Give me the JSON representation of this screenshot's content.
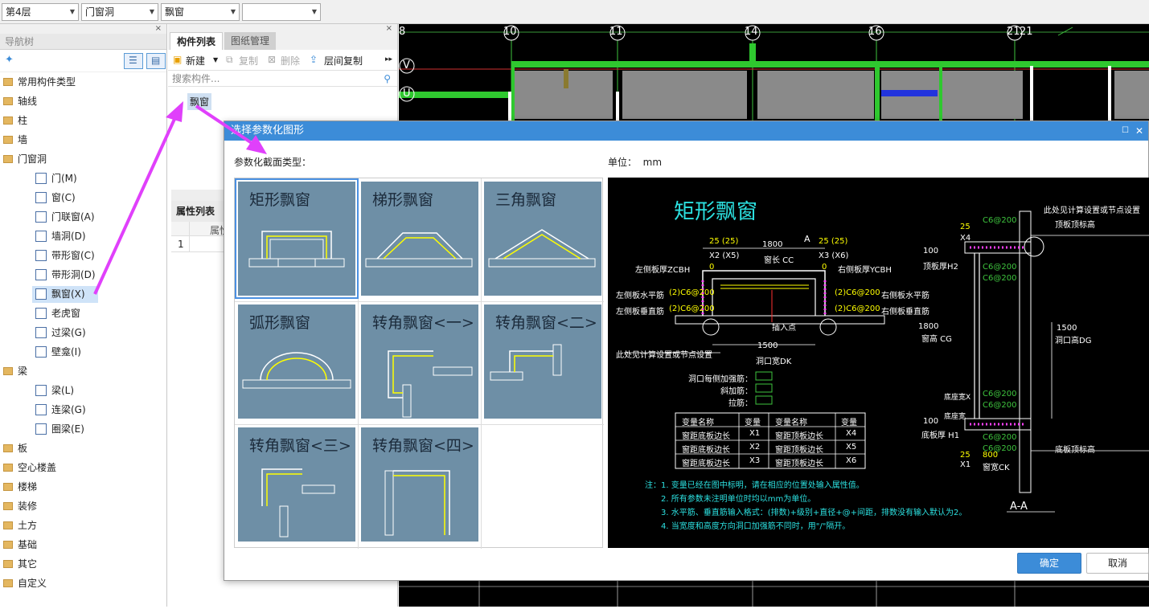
{
  "toolbar": {
    "floor": "第4层",
    "category": "门窗洞",
    "type": "飘窗",
    "extra": ""
  },
  "nav": {
    "title": "导航树",
    "items": [
      {
        "label": "常用构件类型",
        "level": 0
      },
      {
        "label": "轴线",
        "level": 0
      },
      {
        "label": "柱",
        "level": 0
      },
      {
        "label": "墙",
        "level": 0
      },
      {
        "label": "门窗洞",
        "level": 0
      },
      {
        "label": "门(M)",
        "level": 1
      },
      {
        "label": "窗(C)",
        "level": 1
      },
      {
        "label": "门联窗(A)",
        "level": 1
      },
      {
        "label": "墙洞(D)",
        "level": 1
      },
      {
        "label": "带形窗(C)",
        "level": 1
      },
      {
        "label": "带形洞(D)",
        "level": 1
      },
      {
        "label": "飘窗(X)",
        "level": 1,
        "selected": true
      },
      {
        "label": "老虎窗",
        "level": 1
      },
      {
        "label": "过梁(G)",
        "level": 1
      },
      {
        "label": "壁龛(I)",
        "level": 1
      },
      {
        "label": "梁",
        "level": 0
      },
      {
        "label": "梁(L)",
        "level": 1
      },
      {
        "label": "连梁(G)",
        "level": 1
      },
      {
        "label": "圈梁(E)",
        "level": 1
      },
      {
        "label": "板",
        "level": 0
      },
      {
        "label": "空心楼盖",
        "level": 0
      },
      {
        "label": "楼梯",
        "level": 0
      },
      {
        "label": "装修",
        "level": 0
      },
      {
        "label": "土方",
        "level": 0
      },
      {
        "label": "基础",
        "level": 0
      },
      {
        "label": "其它",
        "level": 0
      },
      {
        "label": "自定义",
        "level": 0
      }
    ]
  },
  "mid": {
    "tab_components": "构件列表",
    "tab_drawings": "图纸管理",
    "new": "新建",
    "copy": "复制",
    "delete": "删除",
    "floor_copy": "层间复制",
    "search_placeholder": "搜索构件...",
    "component": "飘窗",
    "attr_title": "属性列表",
    "attr_col": "属性",
    "row1": "1"
  },
  "cad": {
    "axes": [
      "8",
      "10",
      "11",
      "14",
      "16",
      "21",
      "21"
    ],
    "rows": [
      "V",
      "U"
    ]
  },
  "dialog": {
    "title": "选择参数化图形",
    "section_label": "参数化截面类型：",
    "unit_label": "单位：",
    "unit": "mm",
    "ok": "确定",
    "cancel": "取消",
    "shapes": [
      "矩形飘窗",
      "梯形飘窗",
      "三角飘窗",
      "弧形飘窗",
      "转角飘窗<一>",
      "转角飘窗<二>",
      "转角飘窗<三>",
      "转角飘窗<四>"
    ]
  },
  "preview": {
    "title": "矩形飘窗",
    "labels": {
      "dim_25a": "25 (25)",
      "dim_1800": "1800",
      "dim_A": "A",
      "dim_25b": "25 (25)",
      "x2": "X2 (X5)",
      "cc": "窗长 CC",
      "x3": "X3 (X6)",
      "zcbh": "左侧板厚ZCBH",
      "o1": "0",
      "o2": "0",
      "ycbh": "右侧板厚YCBH",
      "lh": "左侧板水平筋",
      "lhv": "(2)C6@200",
      "rh": "右侧板水平筋",
      "lv": "左侧板垂直筋",
      "rv": "右侧板垂直筋",
      "ins": "插入点",
      "d1500": "1500",
      "dk": "洞口宽DK",
      "note_calc": "此处见计算设置或节点设置",
      "side_bar": "洞口每侧加强筋：",
      "diag_bar": "斜加筋：",
      "tie_bar": "拉筋：",
      "right_note": "此处见计算设置或节点设置",
      "top_elev": "顶板顶标高",
      "r25": "25",
      "r100": "100",
      "x4": "X4",
      "h2": "顶板厚H2",
      "c6": "C6@200",
      "r1800": "1800",
      "cg": "窗高 CG",
      "r1500": "1500",
      "dg": "洞口高DG",
      "bot_elev": "底板顶标高",
      "h1": "底板厚 H1",
      "r100b": "100",
      "x1": "X1",
      "r800": "800",
      "ck": "窗宽CK",
      "aa": "A-A",
      "bt1": "底座宽X",
      "bt2": "底座宽"
    },
    "table": {
      "headers": [
        "变量名称",
        "变量",
        "变量名称",
        "变量"
      ],
      "rows": [
        [
          "窗距底板边长",
          "X1",
          "窗距顶板边长",
          "X4"
        ],
        [
          "窗距底板边长",
          "X2",
          "窗距顶板边长",
          "X5"
        ],
        [
          "窗距底板边长",
          "X3",
          "窗距顶板边长",
          "X6"
        ]
      ]
    },
    "notes": [
      "注：1. 变量已经在图中标明，请在相应的位置处输入属性值。",
      "2. 所有参数未注明单位时均以mm为单位。",
      "3. 水平筋、垂直筋输入格式：(排数)+级别+直径+@+间距，排数没有输入默认为2。",
      "4. 当宽度和高度方向洞口加强筋不同时，用\"/\"隔开。"
    ]
  },
  "colors": {
    "accent": "#3c8cd8",
    "tile": "#6e8fa6",
    "arrow": "#e040fb",
    "cad_green": "#3ec43e"
  }
}
